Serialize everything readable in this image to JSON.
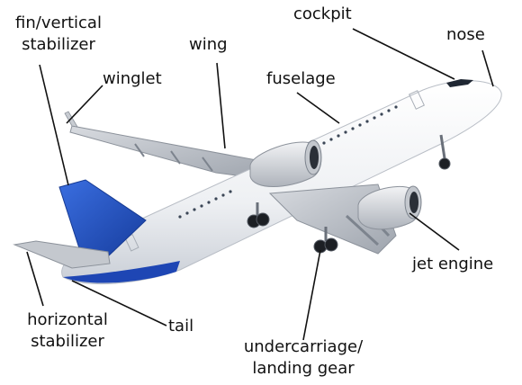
{
  "labels": {
    "fin": [
      "fin/vertical",
      "stabilizer"
    ],
    "wing": "wing",
    "cockpit": "cockpit",
    "nose": "nose",
    "winglet": "winglet",
    "fuselage": "fuselage",
    "jet_engine": "jet engine",
    "horizontal_stabilizer": [
      "horizontal",
      "stabilizer"
    ],
    "tail": "tail",
    "undercarriage": [
      "undercarriage/",
      "landing gear"
    ]
  },
  "colors": {
    "fuselage": "#f4f5f7",
    "tail_fin": "#2553c9",
    "belly": "#1e46b4",
    "engine": "#d4d7dc",
    "wing": "#c6cad0",
    "leader_line": "#111111"
  }
}
